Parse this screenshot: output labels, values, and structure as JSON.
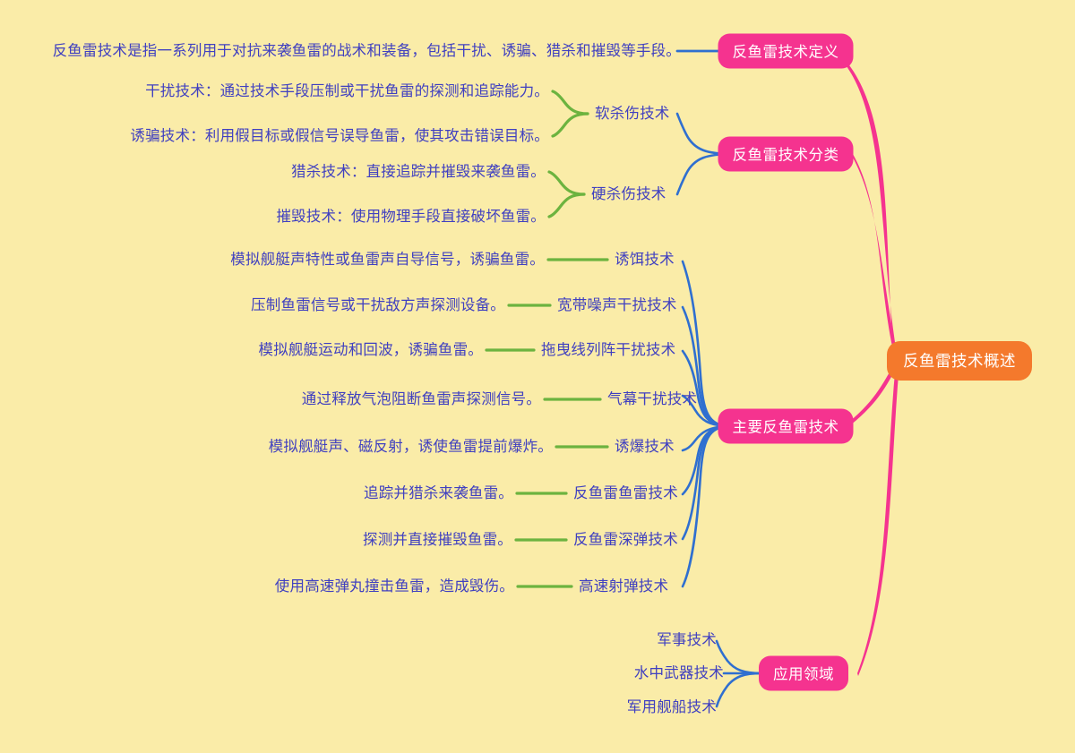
{
  "diagram": {
    "type": "mindmap",
    "colors": {
      "background": "#faeca8",
      "root_node": "#f4792c",
      "branch_node": "#f5338f",
      "label_text": "#4040c0",
      "node_text": "#ffffff",
      "edge_root": "#f5338f",
      "edge_branch": "#2f6fd0",
      "edge_leaf": "#6cb33f"
    },
    "root": {
      "label": "反鱼雷技术概述"
    },
    "branches": [
      {
        "id": "definition",
        "label": "反鱼雷技术定义",
        "leaves": [
          {
            "text": "反鱼雷技术是指一系列用于对抗来袭鱼雷的战术和装备，包括干扰、诱骗、猎杀和摧毁等手段。"
          }
        ]
      },
      {
        "id": "classification",
        "label": "反鱼雷技术分类",
        "children": [
          {
            "label": "软杀伤技术",
            "leaves": [
              {
                "text": "干扰技术：通过技术手段压制或干扰鱼雷的探测和追踪能力。"
              },
              {
                "text": "诱骗技术：利用假目标或假信号误导鱼雷，使其攻击错误目标。"
              }
            ]
          },
          {
            "label": "硬杀伤技术",
            "leaves": [
              {
                "text": "猎杀技术：直接追踪并摧毁来袭鱼雷。"
              },
              {
                "text": "摧毁技术：使用物理手段直接破坏鱼雷。"
              }
            ]
          }
        ]
      },
      {
        "id": "main-technologies",
        "label": "主要反鱼雷技术",
        "children": [
          {
            "label": "诱饵技术",
            "leaves": [
              {
                "text": "模拟舰艇声特性或鱼雷声自导信号，诱骗鱼雷。"
              }
            ]
          },
          {
            "label": "宽带噪声干扰技术",
            "leaves": [
              {
                "text": "压制鱼雷信号或干扰敌方声探测设备。"
              }
            ]
          },
          {
            "label": "拖曳线列阵干扰技术",
            "leaves": [
              {
                "text": "模拟舰艇运动和回波，诱骗鱼雷。"
              }
            ]
          },
          {
            "label": "气幕干扰技术",
            "leaves": [
              {
                "text": "通过释放气泡阻断鱼雷声探测信号。"
              }
            ]
          },
          {
            "label": "诱爆技术",
            "leaves": [
              {
                "text": "模拟舰艇声、磁反射，诱使鱼雷提前爆炸。"
              }
            ]
          },
          {
            "label": "反鱼雷鱼雷技术",
            "leaves": [
              {
                "text": "追踪并猎杀来袭鱼雷。"
              }
            ]
          },
          {
            "label": "反鱼雷深弹技术",
            "leaves": [
              {
                "text": "探测并直接摧毁鱼雷。"
              }
            ]
          },
          {
            "label": "高速射弹技术",
            "leaves": [
              {
                "text": "使用高速弹丸撞击鱼雷，造成毁伤。"
              }
            ]
          }
        ]
      },
      {
        "id": "application-fields",
        "label": "应用领域",
        "leaves": [
          {
            "text": "军事技术"
          },
          {
            "text": "水中武器技术"
          },
          {
            "text": "军用舰船技术"
          }
        ]
      }
    ]
  }
}
